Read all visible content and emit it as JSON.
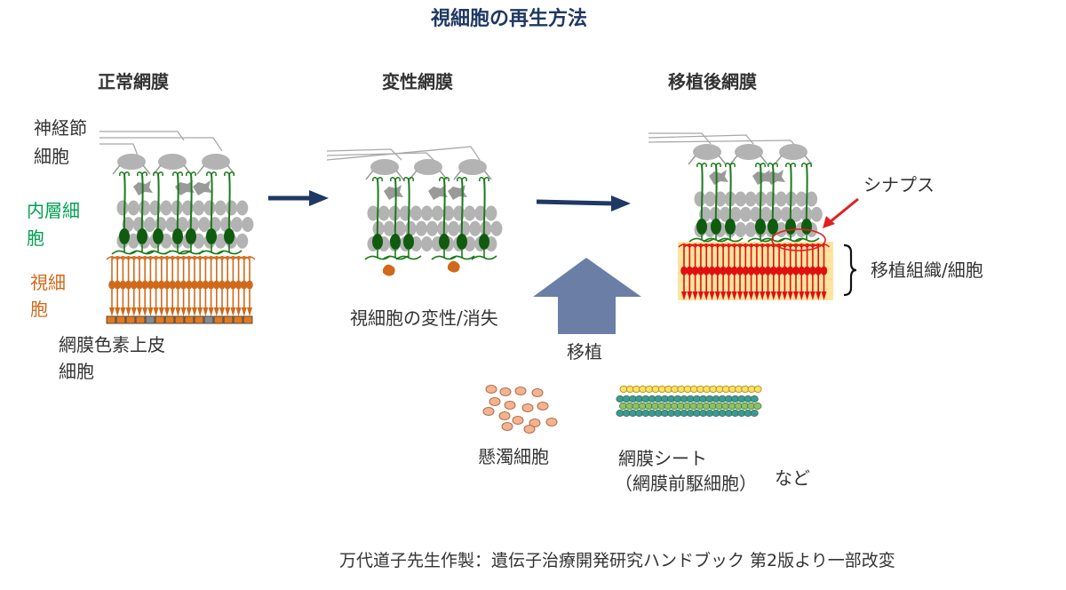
{
  "title": "視細胞の再生方法",
  "panels": {
    "normal": "正常網膜",
    "degenerate": "変性網膜",
    "transplant": "移植後網膜"
  },
  "labels": {
    "ganglion": [
      "神経節",
      "細胞"
    ],
    "inner": [
      "内層細",
      "胞"
    ],
    "photo": [
      "視細",
      "胞"
    ],
    "rpe": [
      "網膜色素上皮",
      "細胞"
    ],
    "degeneration": "視細胞の変性/消失",
    "synapse": "シナプス",
    "graft": "移植組織/細胞",
    "transplant_arrow": "移植",
    "suspension": "懸濁細胞",
    "sheet": [
      "網膜シート",
      "（網膜前駆細胞）"
    ],
    "etc": "など"
  },
  "credit": "万代道子先生作製：遺伝子治療開発研究ハンドブック 第2版より一部改変",
  "colors": {
    "title": "#1f3864",
    "arrow": "#1f3864",
    "big_arrow": "#6b7fa6",
    "inner_green": "#00a050",
    "photo_orange": "#d06a1a",
    "graft_bg": "#ffe4a0",
    "graft_red": "#e01010"
  }
}
